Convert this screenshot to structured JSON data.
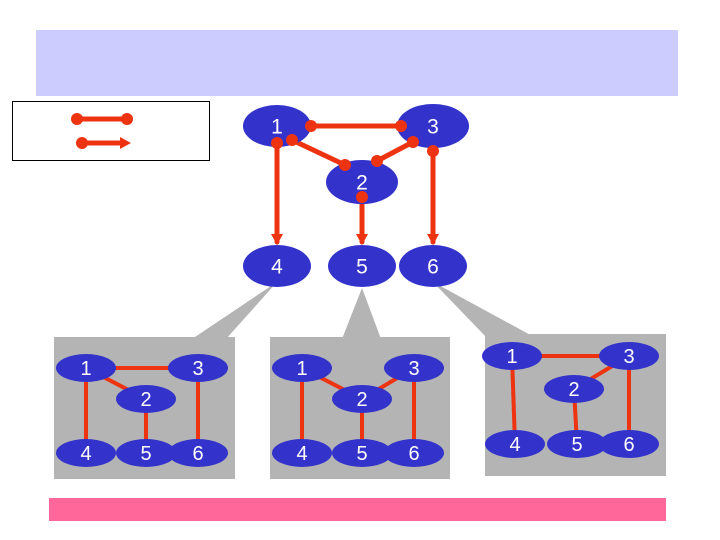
{
  "colors": {
    "title_band": "#ccccff",
    "footer_band": "#ff6699",
    "node_fill": "#3333cc",
    "edge": "#ee3311",
    "panel_fill": "#b4b4b4",
    "callout_fill": "#b4b4b4"
  },
  "legend": {
    "items": [
      {
        "type": "bidirectional-link-icon"
      },
      {
        "type": "directed-link-icon"
      }
    ]
  },
  "main_graph": {
    "nodes": [
      {
        "id": "n1",
        "label": "1"
      },
      {
        "id": "n3",
        "label": "3"
      },
      {
        "id": "n2",
        "label": "2"
      },
      {
        "id": "n4",
        "label": "4"
      },
      {
        "id": "n5",
        "label": "5"
      },
      {
        "id": "n6",
        "label": "6"
      }
    ],
    "edges": [
      {
        "from": "n1",
        "to": "n3",
        "kind": "undirected"
      },
      {
        "from": "n1",
        "to": "n2",
        "kind": "undirected"
      },
      {
        "from": "n3",
        "to": "n2",
        "kind": "undirected"
      },
      {
        "from": "n1",
        "to": "n4",
        "kind": "directed"
      },
      {
        "from": "n2",
        "to": "n5",
        "kind": "directed"
      },
      {
        "from": "n3",
        "to": "n6",
        "kind": "directed"
      }
    ]
  },
  "panels": [
    {
      "callout_from": "n4",
      "nodes": [
        {
          "id": "p1",
          "label": "1"
        },
        {
          "id": "p3",
          "label": "3"
        },
        {
          "id": "p2",
          "label": "2"
        },
        {
          "id": "p4",
          "label": "4"
        },
        {
          "id": "p5",
          "label": "5"
        },
        {
          "id": "p6",
          "label": "6"
        }
      ],
      "edges": [
        [
          "p1",
          "p3"
        ],
        [
          "p1",
          "p2"
        ],
        [
          "p1",
          "p4"
        ],
        [
          "p2",
          "p5"
        ],
        [
          "p3",
          "p6"
        ]
      ]
    },
    {
      "callout_from": "n5",
      "nodes": [
        {
          "id": "p1",
          "label": "1"
        },
        {
          "id": "p3",
          "label": "3"
        },
        {
          "id": "p2",
          "label": "2"
        },
        {
          "id": "p4",
          "label": "4"
        },
        {
          "id": "p5",
          "label": "5"
        },
        {
          "id": "p6",
          "label": "6"
        }
      ],
      "edges": [
        [
          "p1",
          "p2"
        ],
        [
          "p3",
          "p2"
        ],
        [
          "p1",
          "p4"
        ],
        [
          "p2",
          "p5"
        ],
        [
          "p3",
          "p6"
        ]
      ]
    },
    {
      "callout_from": "n6",
      "nodes": [
        {
          "id": "p1",
          "label": "1"
        },
        {
          "id": "p3",
          "label": "3"
        },
        {
          "id": "p2",
          "label": "2"
        },
        {
          "id": "p4",
          "label": "4"
        },
        {
          "id": "p5",
          "label": "5"
        },
        {
          "id": "p6",
          "label": "6"
        }
      ],
      "edges": [
        [
          "p1",
          "p3"
        ],
        [
          "p3",
          "p2"
        ],
        [
          "p1",
          "p4"
        ],
        [
          "p2",
          "p5"
        ],
        [
          "p3",
          "p6"
        ]
      ]
    }
  ]
}
